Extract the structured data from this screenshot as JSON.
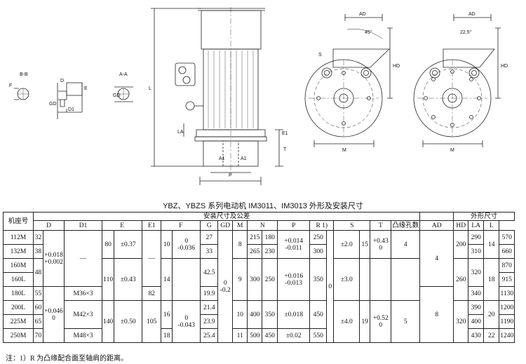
{
  "drawing": {
    "labels": {
      "ad_left": "AD",
      "ad_right": "AD",
      "angle_45": "45°",
      "angle_225": "22.5°",
      "hd_left": "HD",
      "hd_right": "HD",
      "m_left": "M",
      "m_right": "M",
      "l": "L",
      "la": "LA",
      "t": "T",
      "e1": "E1",
      "p": "P",
      "a1": "A1",
      "a2": "A1",
      "s": "S",
      "bb": "B-B",
      "aa": "A-A",
      "f": "F",
      "d": "D",
      "gd": "GD",
      "e": "E",
      "d1": "D1",
      "gd2": "GD"
    }
  },
  "title": "YBZ、YBZS 系列电动机 IM3011、IM3013 外形及安装尺寸",
  "table": {
    "headers": {
      "frame": "机座号",
      "install_group": "安装尺寸及公差",
      "outline_group": "外形尺寸",
      "D": "D",
      "D1": "D1",
      "E": "E",
      "E1": "E1",
      "F": "F",
      "G": "G",
      "GD": "GD",
      "M": "M",
      "N": "N",
      "P": "P",
      "R": "R 1)",
      "S": "S",
      "T": "T",
      "holes": "凸缘孔数",
      "AD": "AD",
      "HD": "HD",
      "LA": "LA",
      "L": "L"
    },
    "frames": [
      "112M",
      "132M",
      "160M",
      "160L",
      "180L",
      "200L",
      "225M",
      "250M"
    ],
    "D": [
      "32",
      "38",
      "48",
      "55",
      "60",
      "65",
      "70"
    ],
    "D_tol_1": [
      "+0.018",
      "+0.002"
    ],
    "D_tol_2": [
      "+0.046",
      "0"
    ],
    "D1": [
      "—",
      "M36×3",
      "M42×3",
      "M48×3"
    ],
    "E": [
      "80",
      "110",
      "140"
    ],
    "E_tol": [
      "±0.37",
      "±0.43",
      "±0.50"
    ],
    "E1": [
      "—",
      "82",
      "105"
    ],
    "F": [
      "10",
      "14",
      "16",
      "18"
    ],
    "F_tol_1": [
      "0",
      "-0.036"
    ],
    "F_tol_2": [
      "0",
      "-0.043"
    ],
    "G": [
      "27",
      "33",
      "42.5",
      "19.9",
      "21.4",
      "23.9",
      "25.4"
    ],
    "G_tol": [
      "0",
      "-0.2"
    ],
    "GD": [
      "8",
      "9",
      "10",
      "11"
    ],
    "M": [
      "215",
      "265",
      "300",
      "400",
      "500"
    ],
    "N": [
      "180",
      "230",
      "250",
      "350",
      "450"
    ],
    "N_tol": [
      [
        "+0.014",
        "-0.011"
      ],
      [
        "+0.016",
        "-0.013"
      ],
      "±0.018",
      "±0.02"
    ],
    "P": [
      "250",
      "300",
      "350",
      "450",
      "550"
    ],
    "R": "0",
    "R_tol": [
      "±2.0",
      "±3.0",
      "±4.0"
    ],
    "S": [
      "15",
      "19"
    ],
    "S_tol": [
      [
        "+0.43",
        "0"
      ],
      [
        "+0.52",
        "0"
      ]
    ],
    "T": [
      "4",
      "5"
    ],
    "holes": [
      "4",
      "8"
    ],
    "AD": [
      "200",
      "260",
      "320"
    ],
    "HD": [
      "290",
      "310",
      "320",
      "340",
      "390",
      "400",
      "430"
    ],
    "LA": [
      "14",
      "18",
      "20",
      "22"
    ],
    "L": [
      "570",
      "660",
      "870",
      "915",
      "1130",
      "1200",
      "1190",
      "1240"
    ]
  },
  "note": "注：1）R 为凸缘配合面至轴肩的距离。"
}
